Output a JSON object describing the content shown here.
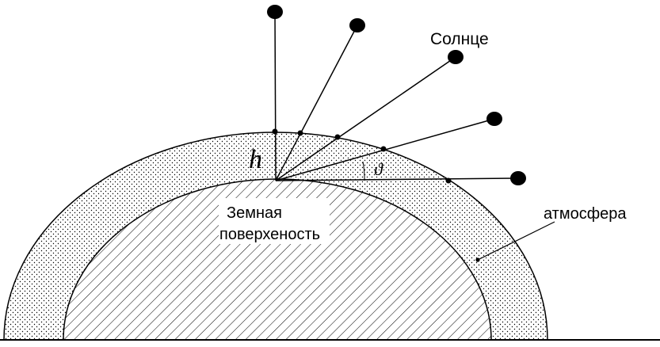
{
  "labels": {
    "sun": "Солнце",
    "height": "h",
    "angle": "ϑ",
    "surface_line1": "Земная",
    "surface_line2": "поверхеность",
    "atmosphere": "атмосфера"
  },
  "colors": {
    "ink": "#000000",
    "background": "#ffffff"
  }
}
